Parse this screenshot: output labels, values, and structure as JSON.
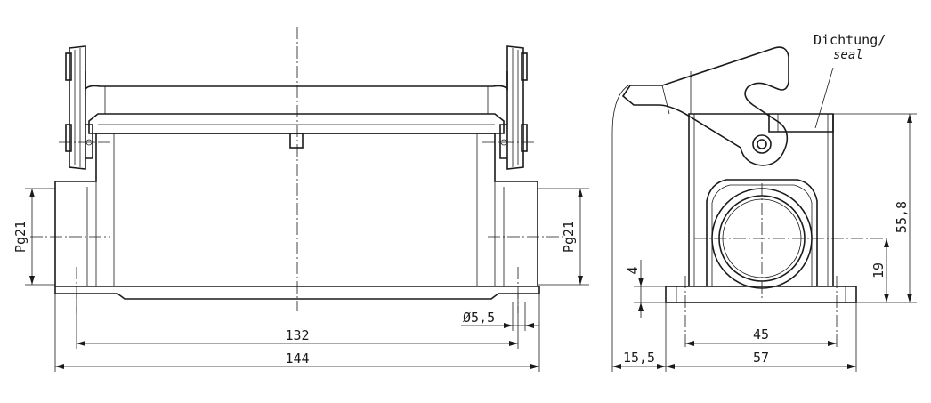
{
  "labels": {
    "thread_left": "Pg21",
    "thread_right": "Pg21",
    "hole_dia": "Ø5,5",
    "span_132": "132",
    "span_144": "144",
    "height_55_8": "55,8",
    "height_19": "19",
    "height_4": "4",
    "width_45": "45",
    "width_57": "57",
    "offset_15_5": "15,5",
    "seal_de": "Dichtung/",
    "seal_en": "seal"
  },
  "colors": {
    "line": "#1a1a1a",
    "background": "#ffffff"
  }
}
